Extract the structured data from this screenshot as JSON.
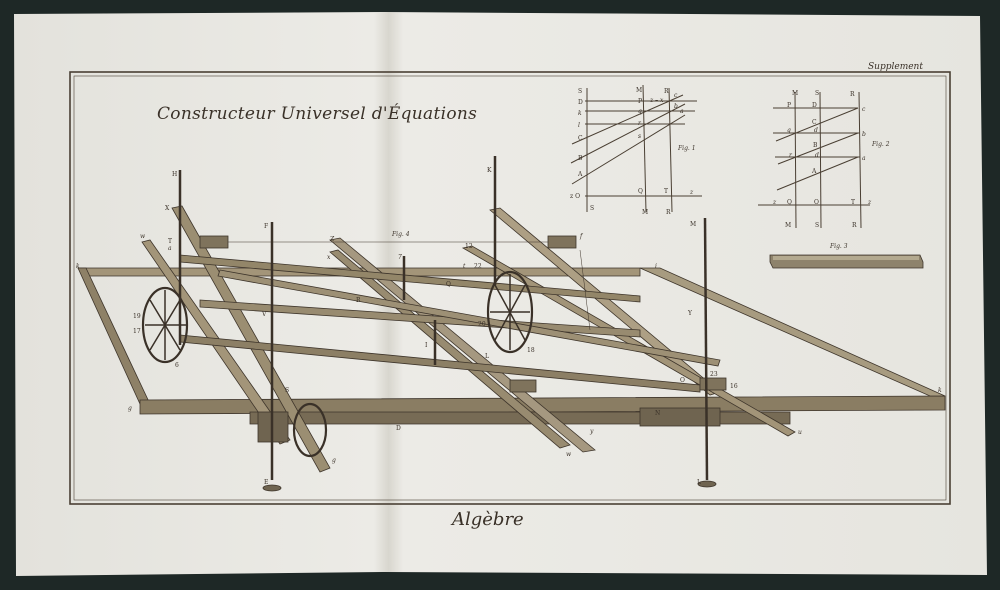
{
  "header": {
    "supplement": "Supplement",
    "title": "Constructeur Universel d'Équations"
  },
  "caption": "Algèbre",
  "figures": {
    "fig1": "Fig. 1",
    "fig2": "Fig. 2",
    "fig3": "Fig. 3",
    "fig4": "Fig. 4"
  },
  "fig1_labels": [
    "S",
    "D",
    "k",
    "l",
    "C",
    "B",
    "A",
    "z O",
    "S",
    "M",
    "P",
    "q",
    "r",
    "s",
    "Q",
    "M",
    "R",
    "c",
    "b",
    "a",
    "T",
    "z",
    "R",
    "z – x"
  ],
  "fig2_labels": [
    "M",
    "S",
    "R",
    "P",
    "D",
    "c",
    "C",
    "q",
    "d",
    "b",
    "B",
    "r",
    "d",
    "a",
    "A",
    "z",
    "Q",
    "O",
    "T",
    "z",
    "M",
    "S",
    "R"
  ],
  "fig4_labels": [
    "H",
    "X",
    "T",
    "a",
    "w",
    "k",
    "g",
    "19",
    "17",
    "6",
    "F",
    "Z",
    "K",
    "x",
    "7",
    "t",
    "12",
    "22",
    "Q",
    "R",
    "V",
    "I",
    "L",
    "18",
    "20",
    "M",
    "Y",
    "23",
    "16",
    "u",
    "y",
    "w",
    "g",
    "E",
    "D",
    "L",
    "i",
    "f",
    "k",
    "O",
    "N",
    "S"
  ],
  "colors": {
    "paper": "#e9e8e2",
    "ink": "#3a3128",
    "wood": "#9a8c70",
    "background": "#1e2826"
  }
}
